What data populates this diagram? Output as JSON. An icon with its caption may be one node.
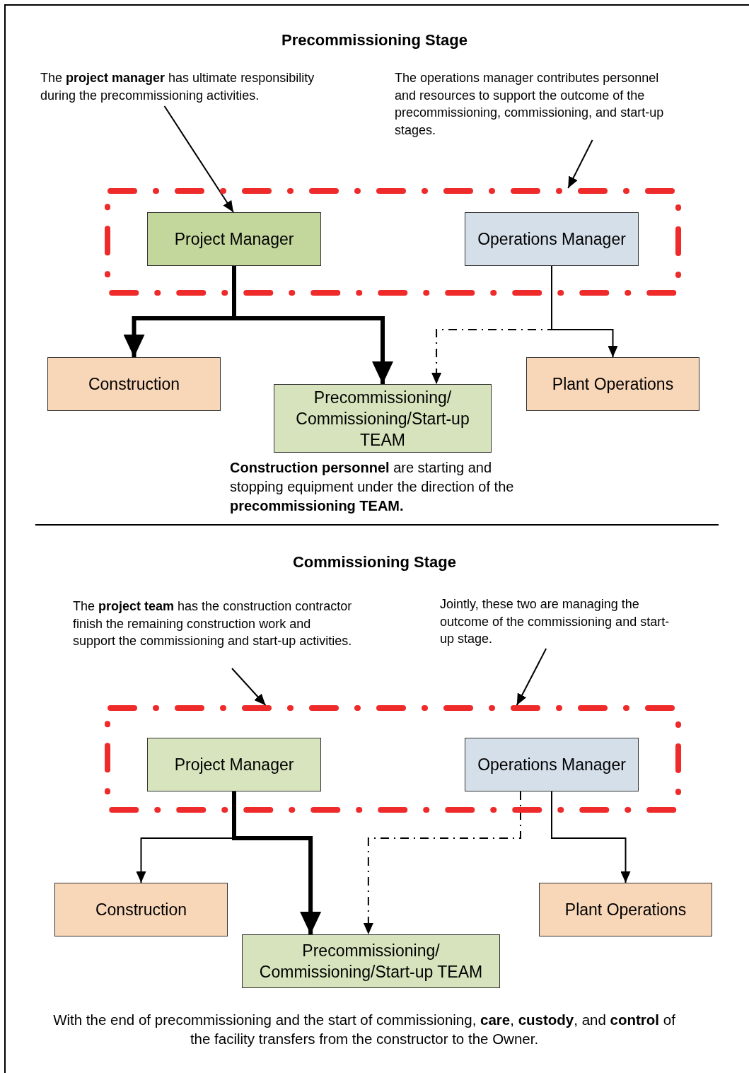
{
  "diagram": {
    "nodes": [
      {
        "text": [
          "The **project manager** has ultimate responsibility during the precommissioning activities."
        ]
      },
      {
        "text": [
          "The operations manager contributes personnel and resources to support the outcome of the precommissioning, commissioning, and start-up stages."
        ]
      },
      {
        "text": [],
        "shape": "box"
      },
      {
        "text": [
          "Project Manager"
        ],
        "in": 2
      },
      {
        "text": [
          "Operations Manager"
        ],
        "in": 2
      },
      {
        "text": [
          "Construction"
        ]
      },
      {
        "text": [
          "Precommissioning/ Commissioning/Start-up TEAM"
        ],
        "beside": [
          "**Construction personnel** are starting and stopping equipment under the direction of the **precommissioning TEAM.**"
        ]
      },
      {
        "text": [
          "Plant Operations"
        ]
      },
      {
        "text": [
          "The **project team** has the construction contractor finish the remaining construction work and support the commissioning and start-up activities."
        ]
      },
      {
        "text": [
          "Jointly, these two are managing the outcome of the commissioning and start-up stage."
        ]
      },
      {
        "text": [],
        "shape": "box"
      },
      {
        "text": [
          "Project Manager"
        ],
        "in": 10
      },
      {
        "text": [
          "Operations Manager"
        ],
        "in": 10
      },
      {
        "text": [
          "Construction"
        ]
      },
      {
        "text": [
          "Precommissioning/ Commissioning/Start-up TEAM"
        ]
      },
      {
        "text": [
          "Plant Operations"
        ]
      }
    ],
    "edges": [
      {
        "from": 0,
        "to": 3,
        "arrow": "to"
      },
      {
        "from": 1,
        "to": 2,
        "arrow": "to"
      },
      {
        "from": 3,
        "to": 5,
        "arrow": "to",
        "style": "thick"
      },
      {
        "from": 3,
        "to": 6,
        "arrow": "to",
        "style": "thick"
      },
      {
        "from": 4,
        "to": 6,
        "arrow": "to",
        "style": "dashed"
      },
      {
        "from": 4,
        "to": 7,
        "arrow": "to"
      },
      {
        "from": 8,
        "to": 10,
        "arrow": "to"
      },
      {
        "from": 9,
        "to": 10,
        "arrow": "to"
      },
      {
        "from": 11,
        "to": 13,
        "arrow": "to"
      },
      {
        "from": 11,
        "to": 14,
        "arrow": "to",
        "style": "thick"
      },
      {
        "from": 12,
        "to": 14,
        "arrow": "to",
        "style": "dashed"
      },
      {
        "from": 12,
        "to": 15,
        "arrow": "to"
      }
    ],
    "labels": [
      "Precommissioning Stage",
      "Commissioning Stage",
      "With the end of precommissioning and the start of commissioning, **care**, **custody**, and **control** of the facility transfers from the constructor to the Owner."
    ]
  }
}
